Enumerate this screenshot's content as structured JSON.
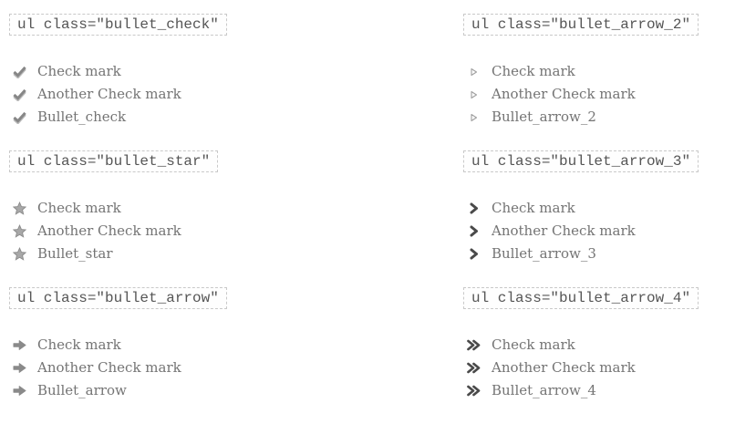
{
  "page": {
    "background": "#ffffff"
  },
  "colors": {
    "code_label_text": "#555555",
    "code_label_border": "#c9c9c9",
    "item_text": "#747474",
    "bullet_gray": "#878787",
    "bullet_gray_light": "#bcbcbc",
    "bullet_gray_mid": "#a8a8a8",
    "bullet_dark": "#4a4a4a"
  },
  "sections": [
    {
      "id": "bullet_check",
      "code": "ul class=\"bullet_check\"",
      "icon": "check-icon",
      "items": [
        "Check mark",
        "Another Check mark",
        "Bullet_check"
      ]
    },
    {
      "id": "bullet_star",
      "code": "ul class=\"bullet_star\"",
      "icon": "star-icon",
      "items": [
        "Check mark",
        "Another Check mark",
        "Bullet_star"
      ]
    },
    {
      "id": "bullet_arrow",
      "code": "ul class=\"bullet_arrow\"",
      "icon": "arrow-icon",
      "items": [
        "Check mark",
        "Another Check mark",
        "Bullet_arrow"
      ]
    },
    {
      "id": "bullet_arrow_2",
      "code": "ul class=\"bullet_arrow_2\"",
      "icon": "triangle-outline-icon",
      "items": [
        "Check mark",
        "Another Check mark",
        "Bullet_arrow_2"
      ]
    },
    {
      "id": "bullet_arrow_3",
      "code": "ul class=\"bullet_arrow_3\"",
      "icon": "chevron-icon",
      "items": [
        "Check mark",
        "Another Check mark",
        "Bullet_arrow_3"
      ]
    },
    {
      "id": "bullet_arrow_4",
      "code": "ul class=\"bullet_arrow_4\"",
      "icon": "double-chevron-icon",
      "items": [
        "Check mark",
        "Another Check mark",
        "Bullet_arrow_4"
      ]
    }
  ]
}
